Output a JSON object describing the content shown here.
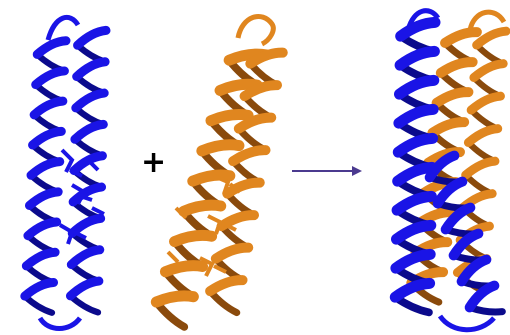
{
  "diagram": {
    "operator_symbol": "+",
    "proteins": [
      {
        "label": "",
        "color": "#1a14e6",
        "dark_color": "#0b0a8c",
        "style": "helical-hairpin"
      },
      {
        "label": "",
        "color": "#e0861f",
        "dark_color": "#8a4a0c",
        "style": "helical-hairpin"
      },
      {
        "label": "",
        "colors": [
          "#1a14e6",
          "#e0861f"
        ],
        "style": "helical-bundle-complex"
      }
    ],
    "arrow": {
      "direction": "right",
      "color": "#4b3a8f"
    }
  }
}
